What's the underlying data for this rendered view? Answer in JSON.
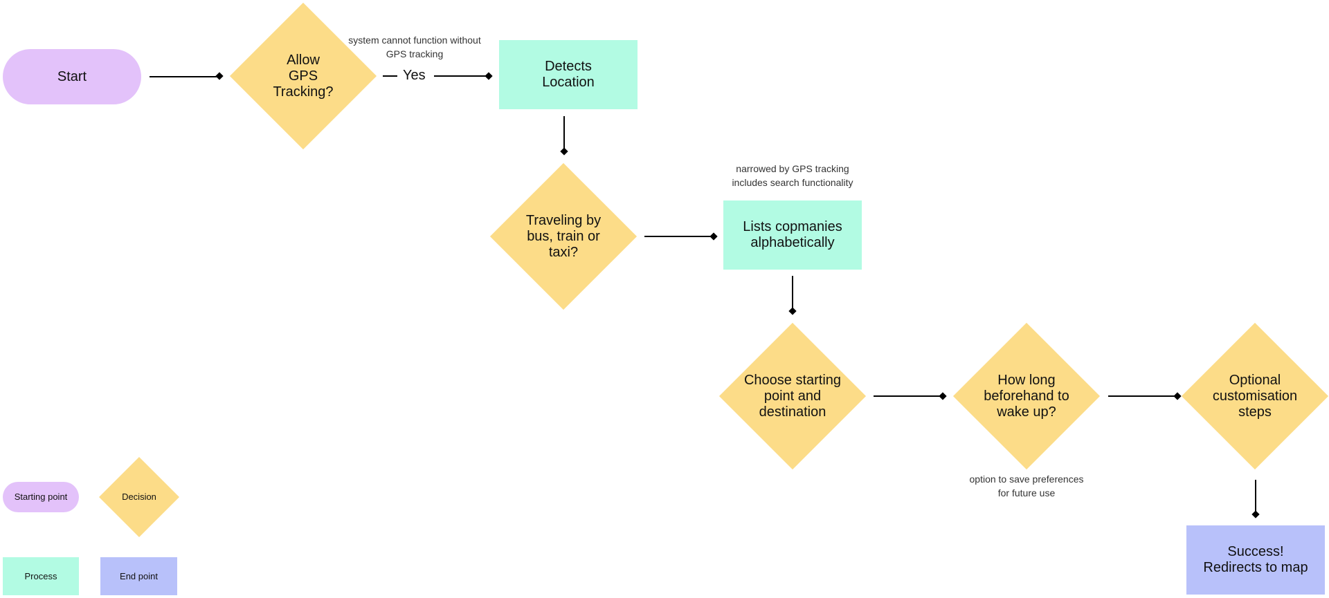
{
  "diagram": {
    "nodes": {
      "start": "Start",
      "allow_gps": "Allow\nGPS\nTracking?",
      "detects_location": "Detects\nLocation",
      "traveling": "Traveling by\nbus, train or\ntaxi?",
      "lists_companies": "Lists copmanies\nalphabetically",
      "choose_points": "Choose starting\npoint and\ndestination",
      "how_long": "How long\nbeforehand to\nwake up?",
      "optional_steps": "Optional\ncustomisation\nsteps",
      "success": "Success!\nRedirects to map"
    },
    "edge_labels": {
      "yes": "Yes"
    },
    "notes": {
      "gps_required": "system cannot function without\nGPS tracking",
      "companies_note": "narrowed by GPS tracking\nincludes search functionality",
      "preferences_note": "option to save preferences\nfor future use"
    }
  },
  "legend": {
    "starting_point": "Starting point",
    "decision": "Decision",
    "process": "Process",
    "end_point": "End point"
  },
  "colors": {
    "start": "#e3c2fa",
    "decision": "#fcdc88",
    "process": "#b2fbe3",
    "end": "#b8c1fa"
  }
}
